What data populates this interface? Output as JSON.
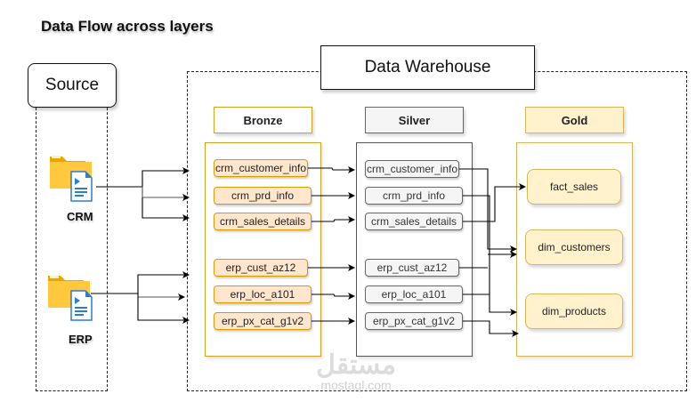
{
  "title": "Data Flow across layers",
  "source": {
    "label": "Source",
    "systems": [
      {
        "name": "CRM",
        "icon": "folder-document-icon"
      },
      {
        "name": "ERP",
        "icon": "folder-document-icon"
      }
    ]
  },
  "warehouse": {
    "label": "Data Warehouse",
    "layers": {
      "bronze": {
        "label": "Bronze",
        "tables": [
          "crm_customer_info",
          "crm_prd_info",
          "crm_sales_details",
          "erp_cust_az12",
          "erp_loc_a101",
          "erp_px_cat_g1v2"
        ]
      },
      "silver": {
        "label": "Silver",
        "tables": [
          "crm_customer_info",
          "crm_prd_info",
          "crm_sales_details",
          "erp_cust_az12",
          "erp_loc_a101",
          "erp_px_cat_g1v2"
        ]
      },
      "gold": {
        "label": "Gold",
        "tables": [
          "fact_sales",
          "dim_customers",
          "dim_products"
        ]
      }
    }
  },
  "flows": {
    "source_to_bronze": [
      {
        "from": "CRM",
        "to": [
          "crm_customer_info",
          "crm_prd_info",
          "crm_sales_details"
        ]
      },
      {
        "from": "ERP",
        "to": [
          "erp_cust_az12",
          "erp_loc_a101",
          "erp_px_cat_g1v2"
        ]
      }
    ],
    "bronze_to_silver": "one-to-one",
    "silver_to_gold": [
      {
        "from": "crm_customer_info",
        "to": "dim_customers"
      },
      {
        "from": "crm_prd_info",
        "to": "dim_products"
      },
      {
        "from": "crm_sales_details",
        "to": "fact_sales"
      },
      {
        "from": "erp_cust_az12",
        "to": "dim_customers"
      },
      {
        "from": "erp_loc_a101",
        "to": "dim_customers"
      },
      {
        "from": "erp_px_cat_g1v2",
        "to": "dim_products"
      }
    ]
  },
  "colors": {
    "bronze_fill": "#ffe6cc",
    "bronze_border": "#d79b00",
    "silver_fill": "#f5f5f5",
    "silver_border": "#666666",
    "gold_fill": "#fff2cc",
    "gold_border": "#d6b656"
  },
  "watermark": {
    "arabic": "مستقل",
    "latin": "mostaql.com"
  }
}
